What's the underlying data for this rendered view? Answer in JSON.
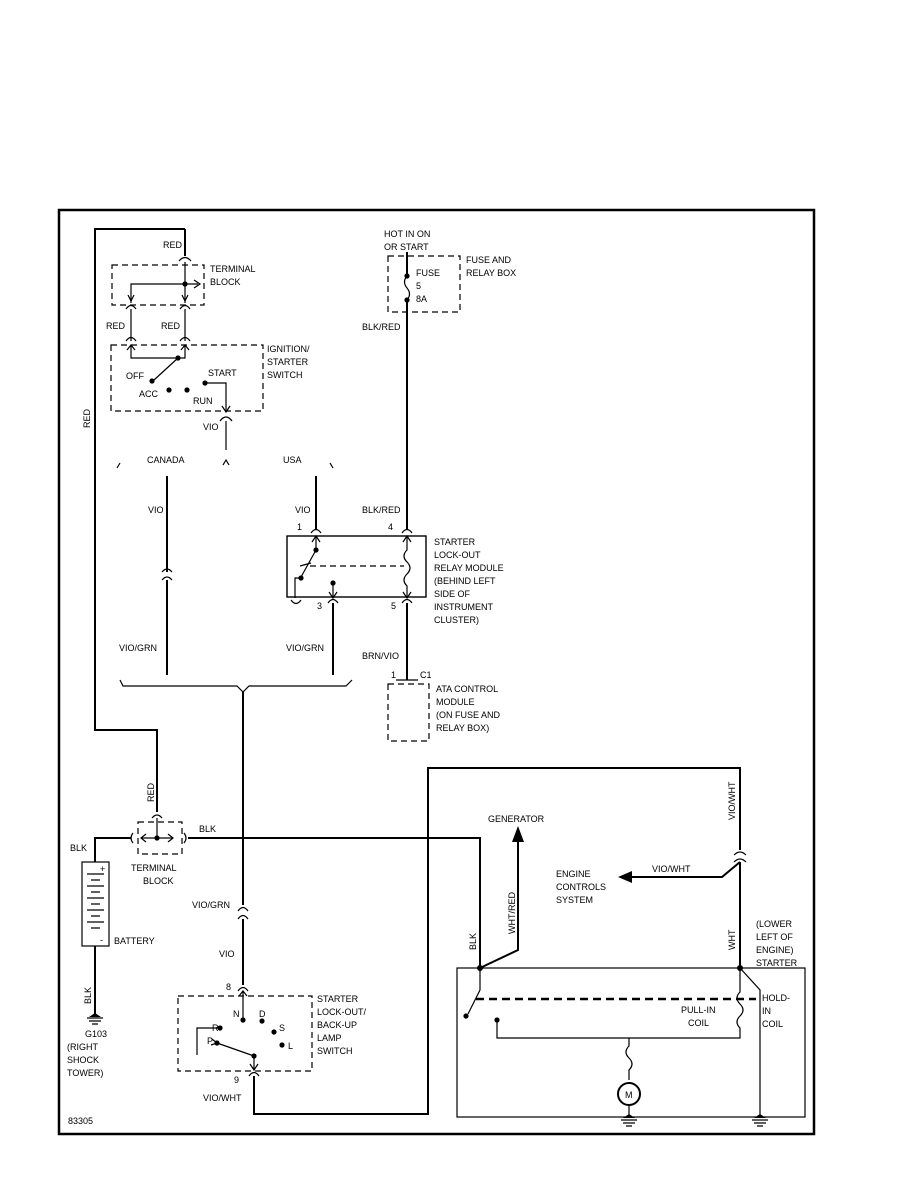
{
  "figure_id": "83305",
  "power": {
    "hot_line1": "HOT IN ON",
    "hot_line2": "OR START"
  },
  "fuse_box": {
    "title1": "FUSE AND",
    "title2": "RELAY BOX",
    "fuse_label": "FUSE",
    "fuse_number": "5",
    "fuse_rating": "8A"
  },
  "terminal_block_top": {
    "line1": "TERMINAL",
    "line2": "BLOCK"
  },
  "ignition_switch": {
    "line1": "IGNITION/",
    "line2": "STARTER",
    "line3": "SWITCH",
    "pos_off": "OFF",
    "pos_acc": "ACC",
    "pos_start": "START",
    "pos_run": "RUN"
  },
  "market": {
    "canada": "CANADA",
    "usa": "USA"
  },
  "relay_module": {
    "line1": "STARTER",
    "line2": "LOCK-OUT",
    "line3": "RELAY MODULE",
    "line4": "(BEHIND LEFT",
    "line5": "SIDE OF",
    "line6": "INSTRUMENT",
    "line7": "CLUSTER)",
    "pin1": "1",
    "pin3": "3",
    "pin4": "4",
    "pin5": "5"
  },
  "ata_module": {
    "line1": "ATA CONTROL",
    "line2": "MODULE",
    "line3": "(ON FUSE AND",
    "line4": "RELAY BOX)",
    "pin": "1",
    "connector": "C1"
  },
  "terminal_block_bottom": {
    "line1": "TERMINAL",
    "line2": "BLOCK"
  },
  "battery": {
    "label": "BATTERY",
    "plus": "+",
    "minus": "-"
  },
  "ground": {
    "id": "G103",
    "line1": "(RIGHT",
    "line2": "SHOCK",
    "line3": "TOWER)"
  },
  "range_switch": {
    "line1": "STARTER",
    "line2": "LOCK-OUT/",
    "line3": "BACK-UP",
    "line4": "LAMP",
    "line5": "SWITCH",
    "pin8": "8",
    "pin9": "9",
    "pos_r": "R",
    "pos_n": "N",
    "pos_d": "D",
    "pos_p": "P",
    "pos_s": "S",
    "pos_l": "L"
  },
  "generator": {
    "label": "GENERATOR"
  },
  "engine_controls": {
    "line1": "ENGINE",
    "line2": "CONTROLS",
    "line3": "SYSTEM"
  },
  "starter": {
    "loc1": "(LOWER",
    "loc2": "LEFT OF",
    "loc3": "ENGINE)",
    "loc4": "STARTER",
    "pull1": "PULL-IN",
    "pull2": "COIL",
    "hold1": "HOLD-",
    "hold2": "IN",
    "hold3": "COIL",
    "motor": "M"
  },
  "wires": {
    "red": "RED",
    "vio": "VIO",
    "blk_red": "BLK/RED",
    "vio_grn": "VIO/GRN",
    "brn_vio": "BRN/VIO",
    "blk": "BLK",
    "vio_wht": "VIO/WHT",
    "wht_red": "WHT/RED",
    "wht": "WHT"
  }
}
